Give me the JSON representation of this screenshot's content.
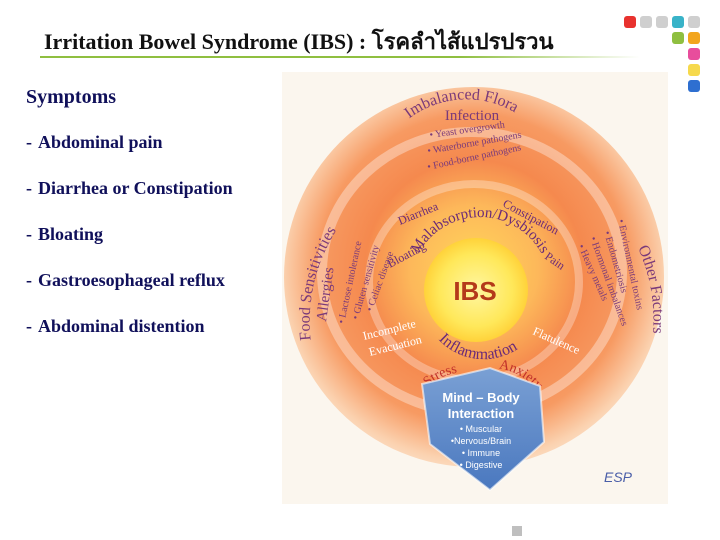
{
  "title": "Irritation Bowel Syndrome (IBS) : โรคลำไส้แปรปรวน",
  "symptoms": {
    "heading": "Symptoms",
    "items": [
      "Abdominal pain",
      "Diarrhea or Constipation",
      "Bloating",
      "Gastroesophageal reflux",
      "Abdominal distention"
    ]
  },
  "diagram": {
    "center": "IBS",
    "ring_labels": {
      "malabsorption": "Malabsorption/Dysbiosis",
      "inflammation": "Inflammation",
      "bloating": "Bloating",
      "pain": "Pain",
      "diarrhea": "Diarrhea",
      "constipation": "Constipation",
      "incomplete1": "Incomplete",
      "incomplete2": "Evacuation",
      "flatulence": "Flatulence",
      "stress": "Stress",
      "anxiety": "Anxiety"
    },
    "flora": {
      "title1": "Imbalanced Flora",
      "title2": "Infection",
      "items": [
        "• Yeast overgrowth",
        "• Waterborne pathogens",
        "• Food-borne pathogens"
      ]
    },
    "food": {
      "title1": "Food Sensitivities",
      "title2": "Allergies",
      "items": [
        "• Lactose intolerance",
        "• Gluten sensitivity",
        "• Celiac disease"
      ]
    },
    "other": {
      "title": "Other Factors",
      "items": [
        "• Environmental toxins",
        "• Endometriosis",
        "• Hormonal imbalances",
        "• Heavy metals"
      ]
    },
    "mind": {
      "title1": "Mind – Body",
      "title2": "Interaction",
      "items": [
        "• Muscular",
        "•Nervous/Brain",
        "• Immune",
        "• Digestive"
      ]
    },
    "credit": "ESP"
  },
  "colors": {
    "dots": [
      "#e8322e",
      "#cfcfcf",
      "#cfcfcf",
      "#39b3c8",
      "#cfcfcf",
      "#f2a51d",
      "#8fbf40",
      "#e84d9c",
      "#f6d94c",
      "#2e6fd0"
    ],
    "title_rule": "#8fbf40",
    "text_dark": "#10105a"
  }
}
